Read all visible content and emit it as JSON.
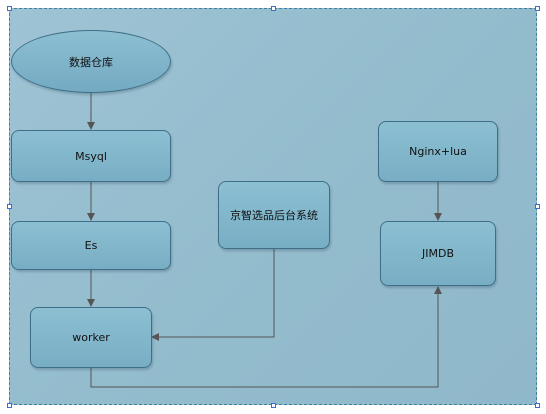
{
  "diagram": {
    "nodes": {
      "data_warehouse": "数据仓库",
      "mysql": "Msyql",
      "es": "Es",
      "worker": "worker",
      "backend_system": "京智选品后台系统",
      "nginx_lua": "Nginx+lua",
      "jimdb": "JIMDB"
    }
  }
}
